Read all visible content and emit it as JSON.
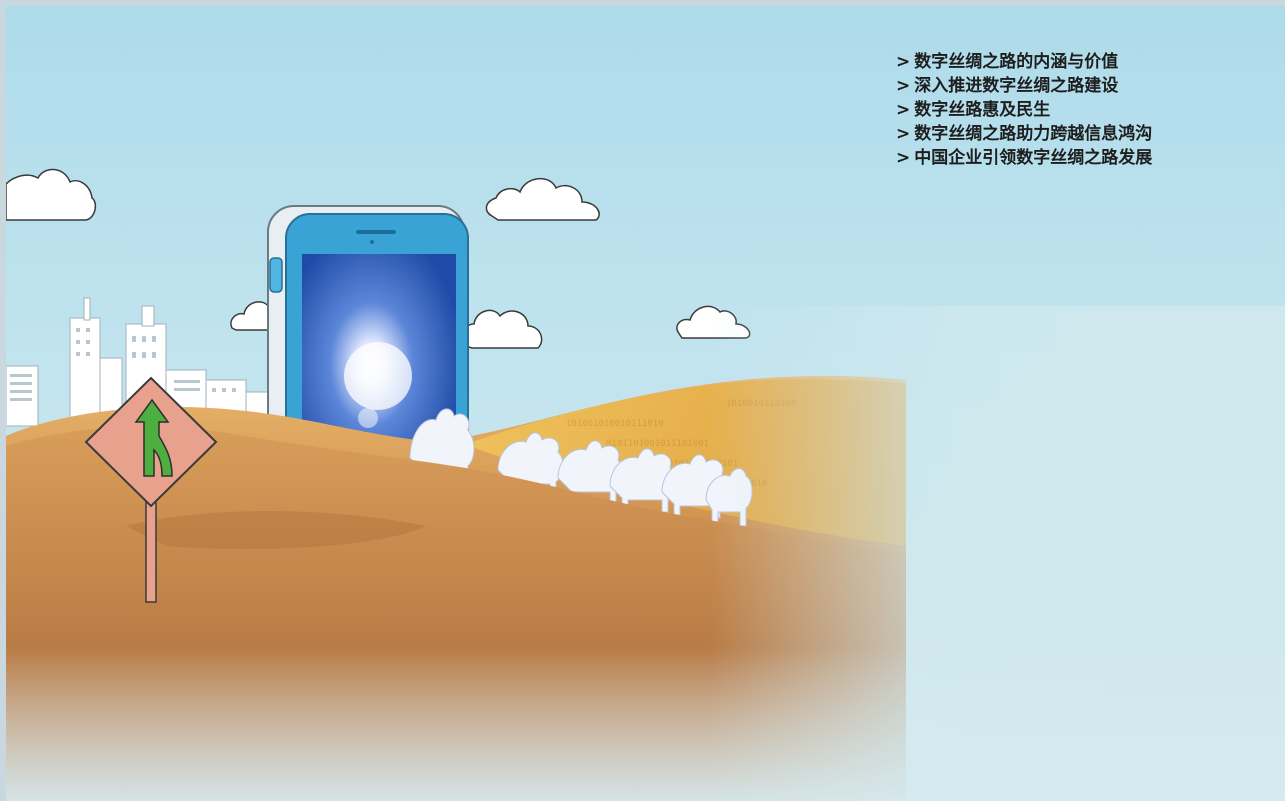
{
  "colors": {
    "sky_top": "#aedbea",
    "sky_bottom": "#d6ebf0",
    "dune": "#c98a4a",
    "sign_face": "#e8a18c",
    "arrow": "#4caf3f",
    "phone_screen": "#3c6fc4",
    "phone_frame": "#3aa3d6"
  },
  "icons": {
    "chevron": ">",
    "sign": "merge-arrow-road-sign",
    "phone": "smartphone-illustration"
  },
  "menu": {
    "items": [
      {
        "chevron": ">",
        "label": "数字丝绸之路的内涵与价值"
      },
      {
        "chevron": ">",
        "label": "深入推进数字丝绸之路建设"
      },
      {
        "chevron": ">",
        "label": "数字丝路惠及民生"
      },
      {
        "chevron": ">",
        "label": "数字丝绸之路助力跨越信息鸿沟"
      },
      {
        "chevron": ">",
        "label": "中国企业引领数字丝绸之路发展"
      }
    ]
  }
}
